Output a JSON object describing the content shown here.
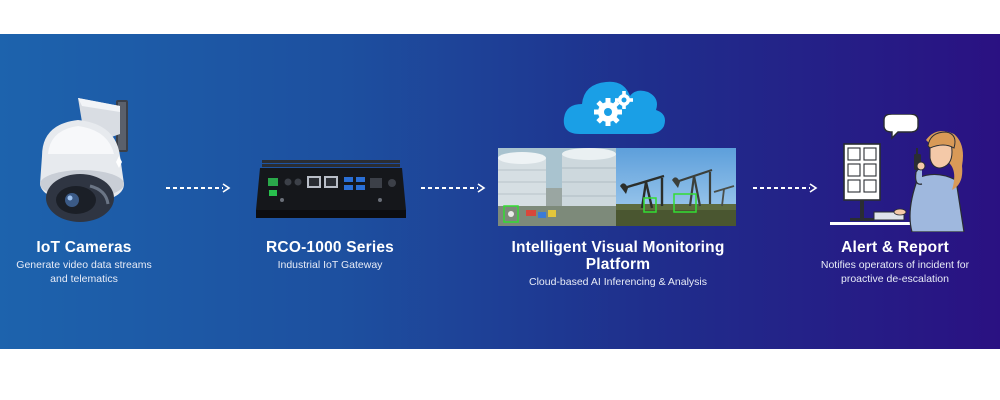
{
  "stages": [
    {
      "title": "IoT Cameras",
      "desc_lines": [
        "Generate video data streams",
        "and telematics"
      ]
    },
    {
      "title": "RCO-1000 Series",
      "desc_lines": [
        "Industrial IoT Gateway"
      ]
    },
    {
      "title_lines": [
        "Intelligent Visual Monitoring",
        "Platform"
      ],
      "desc_lines": [
        "Cloud-based AI Inferencing & Analysis"
      ]
    },
    {
      "title": "Alert & Report",
      "desc_lines": [
        "Notifies operators of incident for",
        "proactive de-escalation"
      ]
    }
  ],
  "icons": {
    "camera": "dome-camera-icon",
    "gateway": "industrial-gateway-icon",
    "cloud": "cloud-gears-icon",
    "operator": "operator-with-radio-icon"
  },
  "colors": {
    "banner_start": "#1d63ad",
    "banner_end": "#2a1182",
    "cloud": "#1a9fe6",
    "detection_box": "#33dd33"
  }
}
